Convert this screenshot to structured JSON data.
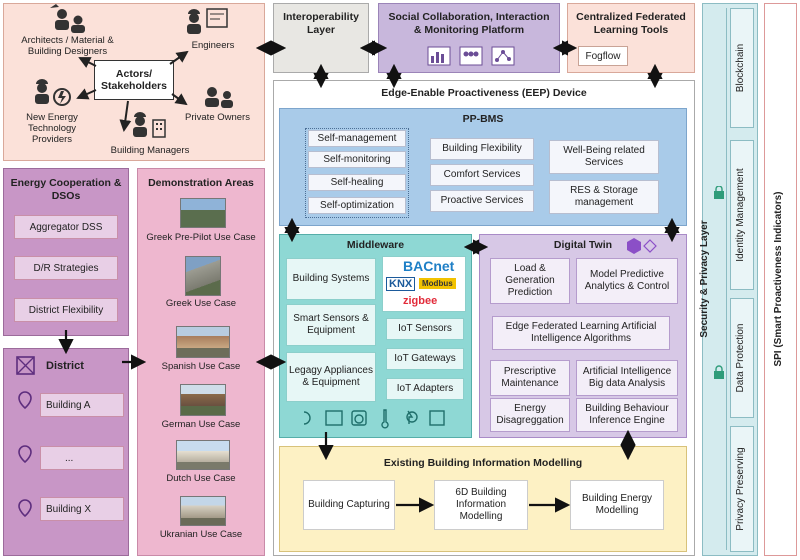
{
  "stakeholders": {
    "center": "Actors/ Stakeholders",
    "architects": "Architects / Material & Building Designers",
    "engineers": "Engineers",
    "new_energy": "New Energy Technology Providers",
    "private_owners": "Private Owners",
    "building_managers": "Building Managers"
  },
  "interop": {
    "title": "Interoperability Layer"
  },
  "social": {
    "title": "Social Collaboration, Interaction & Monitoring Platform"
  },
  "centralized": {
    "title": "Centralized Federated Learning Tools",
    "fogflow": "Fogflow"
  },
  "eep": {
    "title": "Edge-Enable Proactiveness (EEP) Device"
  },
  "ppbms": {
    "title": "PP-BMS",
    "self": [
      "Self-management",
      "Self-monitoring",
      "Self-healing",
      "Self-optimization"
    ],
    "middle": [
      "Building Flexibility",
      "Comfort Services",
      "Proactive Services"
    ],
    "right": [
      "Well-Being related Services",
      "RES & Storage management"
    ]
  },
  "middleware": {
    "title": "Middleware",
    "left": [
      "Building Systems",
      "Smart Sensors & Equipment",
      "Legagy Appliances & Equipment"
    ],
    "right": [
      "IoT Sensors",
      "IoT Gateways",
      "IoT Adapters"
    ],
    "logos": {
      "bacnet": "BACnet",
      "knx": "KNX",
      "modbus": "Modbus",
      "zigbee": "zigbee"
    }
  },
  "digital_twin": {
    "title": "Digital Twin",
    "load": "Load & Generation Prediction",
    "mpc": "Model Predictive Analytics & Control",
    "edge_fl": "Edge Federated Learning Artificial Intelligence Algorithms",
    "prescriptive": "Prescriptive Maintenance",
    "ai_big": "Artificial Intelligence Big data Analysis",
    "disagg": "Energy Disagreggation",
    "behaviour": "Building Behaviour Inference Engine"
  },
  "bim": {
    "title": "Existing Building Information Modelling",
    "steps": [
      "Building Capturing",
      "6D Building Information Modelling",
      "Building Energy Modelling"
    ]
  },
  "energy_coop": {
    "title": "Energy Cooperation & DSOs",
    "items": [
      "Aggregator DSS",
      "D/R Strategies",
      "District Flexibility"
    ]
  },
  "district": {
    "title": "District",
    "items": [
      "Building A",
      "...",
      "Building X"
    ]
  },
  "demo": {
    "title": "Demonstration Areas",
    "items": [
      "Greek Pre-Pilot Use Case",
      "Greek Use Case",
      "Spanish Use Case",
      "German Use Case",
      "Dutch Use Case",
      "Ukranian Use Case"
    ]
  },
  "security": {
    "title": "Security & Privacy Layer",
    "items": [
      "Blockchain",
      "Identity Management",
      "Data Protection",
      "Privacy Preserving"
    ]
  },
  "spi": {
    "title": "SPI (Smart Proactiveness Indicators)"
  },
  "colors": {
    "stakeholder_bg": "#fbe1d9",
    "interop_bg": "#e8e7e3",
    "social_bg": "#c8b7dc",
    "ppbms_bg": "#a9cbe9",
    "middleware_bg": "#8ed8d4",
    "digital_twin_bg": "#d7c8e6",
    "bim_bg": "#fdf1c4",
    "energy_bg": "#c896c6",
    "demo_bg": "#eeb7cf",
    "security_bg": "#d4ebee"
  }
}
